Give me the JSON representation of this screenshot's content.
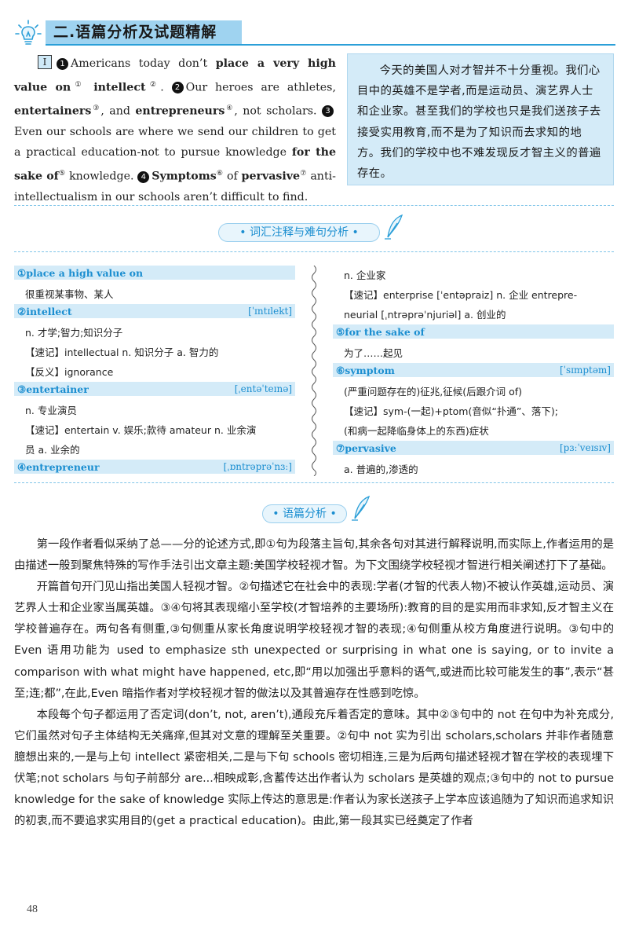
{
  "header": {
    "title": "二.语篇分析及试题精解"
  },
  "passage": {
    "tag": "Ⅰ",
    "s1_pre": "Americans today don’t ",
    "s1_bold": "place a very high value on",
    "s1_m1": "①",
    "s1_bold2": " intellect",
    "s1_m2": "②",
    "s1_end": ". ",
    "s2_pre": "Our heroes are athletes, ",
    "s2_bold1": "entertainers",
    "s2_m1": "③",
    "s2_mid": ", and ",
    "s2_bold2": "entrepreneurs",
    "s2_m2": "④",
    "s2_end": ", not scholars. ",
    "s3_pre": "Even our schools are where we send our children to get a practical education-not to pursue knowledge ",
    "s3_bold": "for the sake of",
    "s3_m": "⑤",
    "s3_end": " knowledge. ",
    "s4_bold": "Symptoms",
    "s4_m": "⑥",
    "s4_mid": " of ",
    "s4_bold2": "pervasive",
    "s4_m2": "⑦",
    "s4_end": " anti-intellectualism in our schools aren’t difficult to find.",
    "nums": [
      "1",
      "2",
      "3",
      "4"
    ]
  },
  "translation": "今天的美国人对才智并不十分重视。我们心目中的英雄不是学者,而是运动员、演艺界人士和企业家。甚至我们的学校也只是我们送孩子去接受实用教育,而不是为了知识而去求知的地方。我们的学校中也不难发现反才智主义的普遍存在。",
  "badges": {
    "vocab": "• 词汇注释与难句分析 •",
    "analysis": "• 语篇分析 •"
  },
  "vocab_left": [
    {
      "head": "①place a high value on",
      "phon": "",
      "lines": [
        "很重视某事物、某人"
      ]
    },
    {
      "head": "②intellect",
      "phon": "[ˈɪntɪlekt]",
      "lines": [
        "n. 才学;智力;知识分子",
        "【速记】intellectual n. 知识分子 a. 智力的",
        "【反义】ignorance"
      ]
    },
    {
      "head": "③entertainer",
      "phon": "[ˌentəˈteɪnə]",
      "lines": [
        "n. 专业演员",
        "【速记】entertain v. 娱乐;款待 amateur n. 业余演",
        "员 a. 业余的"
      ]
    },
    {
      "head": "④entrepreneur",
      "phon": "[ˌɒntrəprəˈnɜː]",
      "lines": []
    }
  ],
  "vocab_right": [
    {
      "head": "",
      "phon": "",
      "lines": [
        "n. 企业家",
        "【速记】enterprise [ˈentəpraiz] n. 企业 entrepre-",
        "neurial [ˌntrəprəˈnjuriəl] a. 创业的"
      ]
    },
    {
      "head": "⑤for the sake of",
      "phon": "",
      "lines": [
        "为了……起见"
      ]
    },
    {
      "head": "⑥symptom",
      "phon": "[ˈsɪmptəm]",
      "lines": [
        "(严重问题存在的)征兆,征候(后跟介词 of)",
        "【速记】sym-(一起)+ptom(音似“扑通”、落下);",
        "(和病一起降临身体上的东西)症状"
      ]
    },
    {
      "head": "⑦pervasive",
      "phon": "[pɜːˈveɪsɪv]",
      "lines": [
        "a. 普遍的,渗透的"
      ]
    }
  ],
  "analysis": [
    "第一段作者看似采纳了总——分的论述方式,即①句为段落主旨句,其余各句对其进行解释说明,而实际上,作者运用的是由描述一般到聚焦特殊的写作手法引出文章主题:美国学校轻视才智。为下文围绕学校轻视才智进行相关阐述打下了基础。",
    "开篇首句开门见山指出美国人轻视才智。②句描述它在社会中的表现:学者(才智的代表人物)不被认作英雄,运动员、演艺界人士和企业家当属英雄。③④句将其表现缩小至学校(才智培养的主要场所):教育的目的是实用而非求知,反才智主义在学校普遍存在。两句各有侧重,③句侧重从家长角度说明学校轻视才智的表现;④句侧重从校方角度进行说明。③句中的 Even 语用功能为 used to emphasize sth unexpected or surprising in what one is saying, or to invite a comparison with what might have happened, etc,即“用以加强出乎意料的语气,或进而比较可能发生的事”,表示“甚至;连;都”,在此,Even 暗指作者对学校轻视才智的做法以及其普遍存在性感到吃惊。",
    "本段每个句子都运用了否定词(don’t, not, aren’t),通段充斥着否定的意味。其中②③句中的 not 在句中为补充成分,它们虽然对句子主体结构无关痛痒,但其对文意的理解至关重要。②句中 not 实为引出 scholars,scholars 并非作者随意臆想出来的,一是与上句 intellect 紧密相关,二是与下句 schools 密切相连,三是为后两句描述轻视才智在学校的表现埋下伏笔;not scholars 与句子前部分 are...相映成彰,含蓄传达出作者认为 scholars 是英雄的观点;③句中的 not to pursue knowledge for the sake of knowledge 实际上传达的意思是:作者认为家长送孩子上学本应该追随为了知识而追求知识的初衷,而不要追求实用目的(get a practical education)。由此,第一段其实已经奠定了作者"
  ],
  "page_number": "48",
  "colors": {
    "accent": "#1b8ed0",
    "light_blue": "#d4ebf8",
    "header_bar": "#9fd3f0"
  }
}
